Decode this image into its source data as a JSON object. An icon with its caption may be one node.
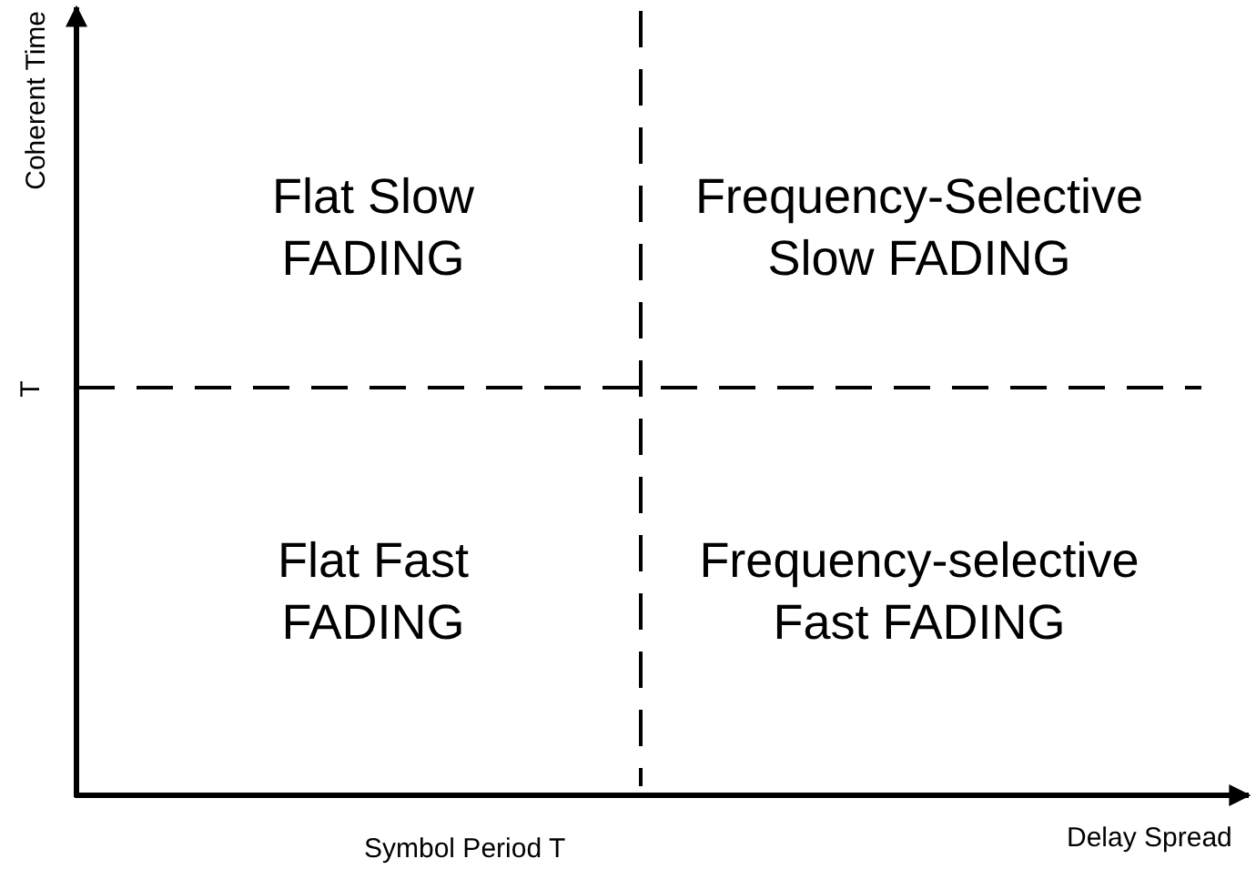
{
  "diagram": {
    "labels": [
      "Coherent Time",
      "Flat Slow FADING",
      "Frequency-Selective Slow FADING",
      "T",
      "Flat Fast FADING",
      "Frequency-selective Fast FADING",
      "Symbol Period T",
      "Delay Spread"
    ]
  }
}
